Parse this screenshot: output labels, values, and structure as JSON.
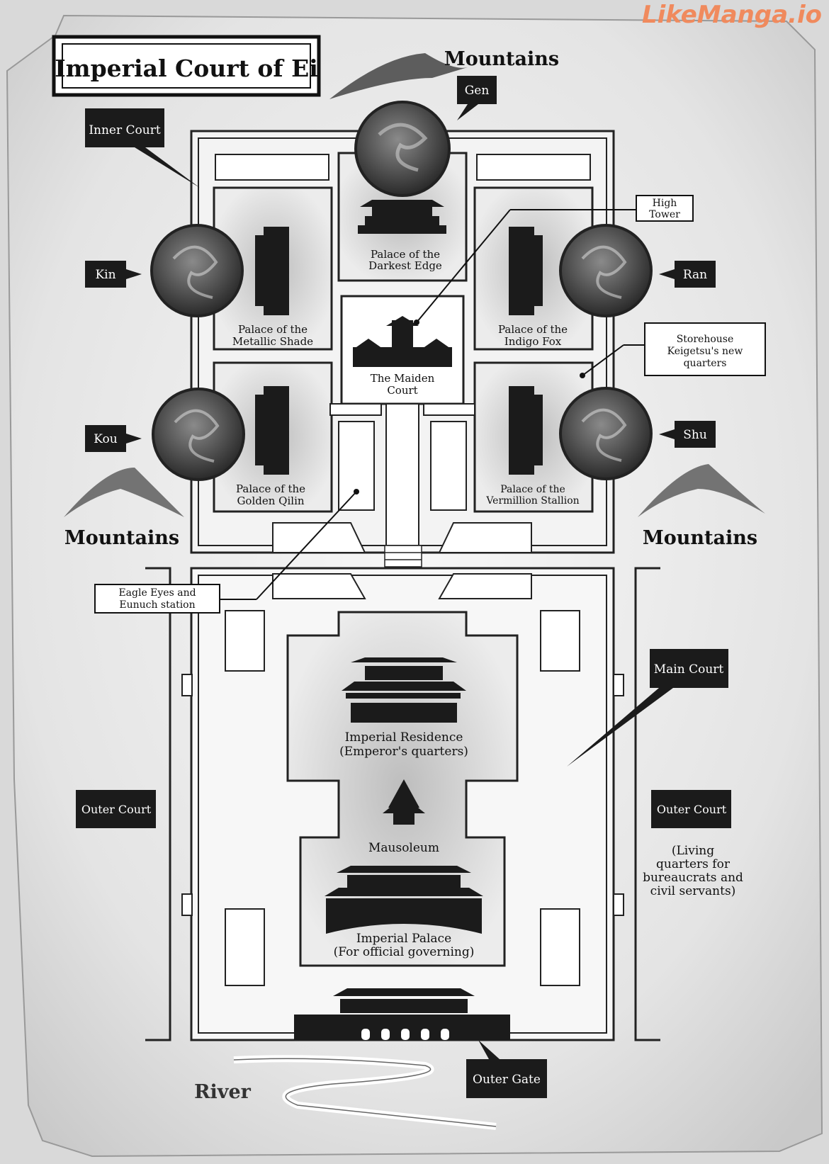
{
  "watermark": "LikeManga.io",
  "title": "Imperial Court of Ei",
  "regions": {
    "mountains_top": "Mountains",
    "mountains_left": "Mountains",
    "mountains_right": "Mountains",
    "river": "River"
  },
  "tags": {
    "inner_court": "Inner Court",
    "gen": "Gen",
    "kin": "Kin",
    "ran": "Ran",
    "kou": "Kou",
    "shu": "Shu",
    "main_court": "Main Court",
    "outer_court_left": "Outer Court",
    "outer_court_right": "Outer Court",
    "outer_gate": "Outer Gate"
  },
  "callouts": {
    "high_tower": [
      "High",
      "Tower"
    ],
    "storehouse": [
      "Storehouse",
      "Keigetsu's new",
      "quarters"
    ],
    "eagle_eyes": [
      "Eagle Eyes and",
      "Eunuch station"
    ]
  },
  "places": {
    "darkest_edge": [
      "Palace of the",
      "Darkest Edge"
    ],
    "metallic_shade": [
      "Palace of the",
      "Metallic Shade"
    ],
    "indigo_fox": [
      "Palace of the",
      "Indigo Fox"
    ],
    "golden_qilin": [
      "Palace of the",
      "Golden Qilin"
    ],
    "vermillion_stallion": [
      "Palace of the",
      "Vermillion Stallion"
    ],
    "maiden_court": [
      "The Maiden",
      "Court"
    ],
    "imperial_residence": [
      "Imperial Residence",
      "(Emperor's quarters)"
    ],
    "mausoleum": "Mausoleum",
    "imperial_palace": [
      "Imperial Palace",
      "(For official governing)"
    ],
    "outer_court_note": [
      "(Living",
      "quarters for",
      "bureaucrats and",
      "civil servants)"
    ]
  },
  "colors": {
    "paper": "#ebebeb",
    "ink": "#1b1b1b",
    "emblem": "#555555"
  }
}
